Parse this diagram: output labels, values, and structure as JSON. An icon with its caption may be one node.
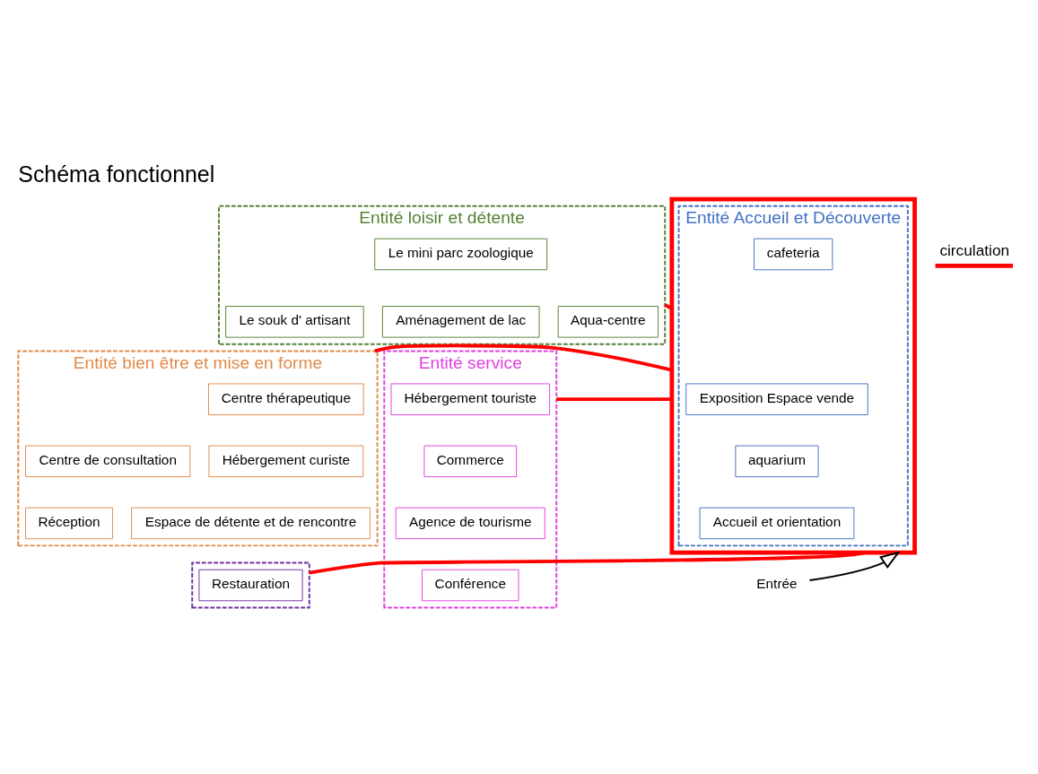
{
  "diagram": {
    "title": "Schéma fonctionnel",
    "nodes": [
      {
        "text": [
          "Entité loisir et détente"
        ]
      },
      {
        "text": [
          "Le mini parc zoologique"
        ],
        "in": 0
      },
      {
        "text": [
          "Le souk d' artisant"
        ],
        "in": 0
      },
      {
        "text": [
          "Aqua-centre"
        ],
        "in": 0
      },
      {
        "text": [
          "Aménagement de lac"
        ],
        "in": 0
      },
      {
        "text": [
          "Entité bien être et mise en forme"
        ]
      },
      {
        "text": [
          "Centre thérapeutique"
        ],
        "in": 5
      },
      {
        "text": [
          "Centre de consultation"
        ],
        "in": 5
      },
      {
        "text": [
          "Hébergement curiste"
        ],
        "in": 5
      },
      {
        "text": [
          "Réception"
        ],
        "in": 5
      },
      {
        "text": [
          "Espace de détente et de rencontre"
        ],
        "in": 5
      },
      {
        "text": [],
        "shape": "box"
      },
      {
        "text": [
          "Entité Accueil et Découverte"
        ],
        "in": 11
      },
      {
        "text": [
          "Exposition Espace vende"
        ],
        "in": 12
      },
      {
        "text": [
          "aquarium"
        ],
        "in": 12
      },
      {
        "text": [
          "Accueil et orientation"
        ],
        "in": 12
      },
      {
        "text": [
          "cafeteria"
        ],
        "in": 12
      },
      {
        "text": [
          "Entité service"
        ]
      },
      {
        "text": [
          "Hébergement touriste"
        ],
        "in": 17
      },
      {
        "text": [
          "Commerce"
        ],
        "in": 17
      },
      {
        "text": [
          "Agence de tourisme"
        ],
        "in": 17
      },
      {
        "text": [
          "Conférence"
        ],
        "in": 17
      },
      {
        "text": [],
        "shape": "box"
      },
      {
        "text": [
          "Restauration"
        ],
        "in": 22
      },
      {
        "text": [
          "Entrée"
        ]
      }
    ],
    "edges": [
      {
        "from": 0,
        "to": 11,
        "arrow": "none",
        "color": "#ff0000"
      },
      {
        "from": 5,
        "to": 11,
        "arrow": "none",
        "color": "#ff0000"
      },
      {
        "from": 11,
        "to": 17,
        "arrow": "none",
        "color": "#ff0000"
      },
      {
        "from": 11,
        "to": 22,
        "arrow": "none",
        "color": "#ff0000"
      },
      {
        "from": 24,
        "to": 11,
        "arrow": "to",
        "color": "#000000"
      }
    ],
    "legend": [
      {
        "text": "circulation"
      }
    ]
  }
}
